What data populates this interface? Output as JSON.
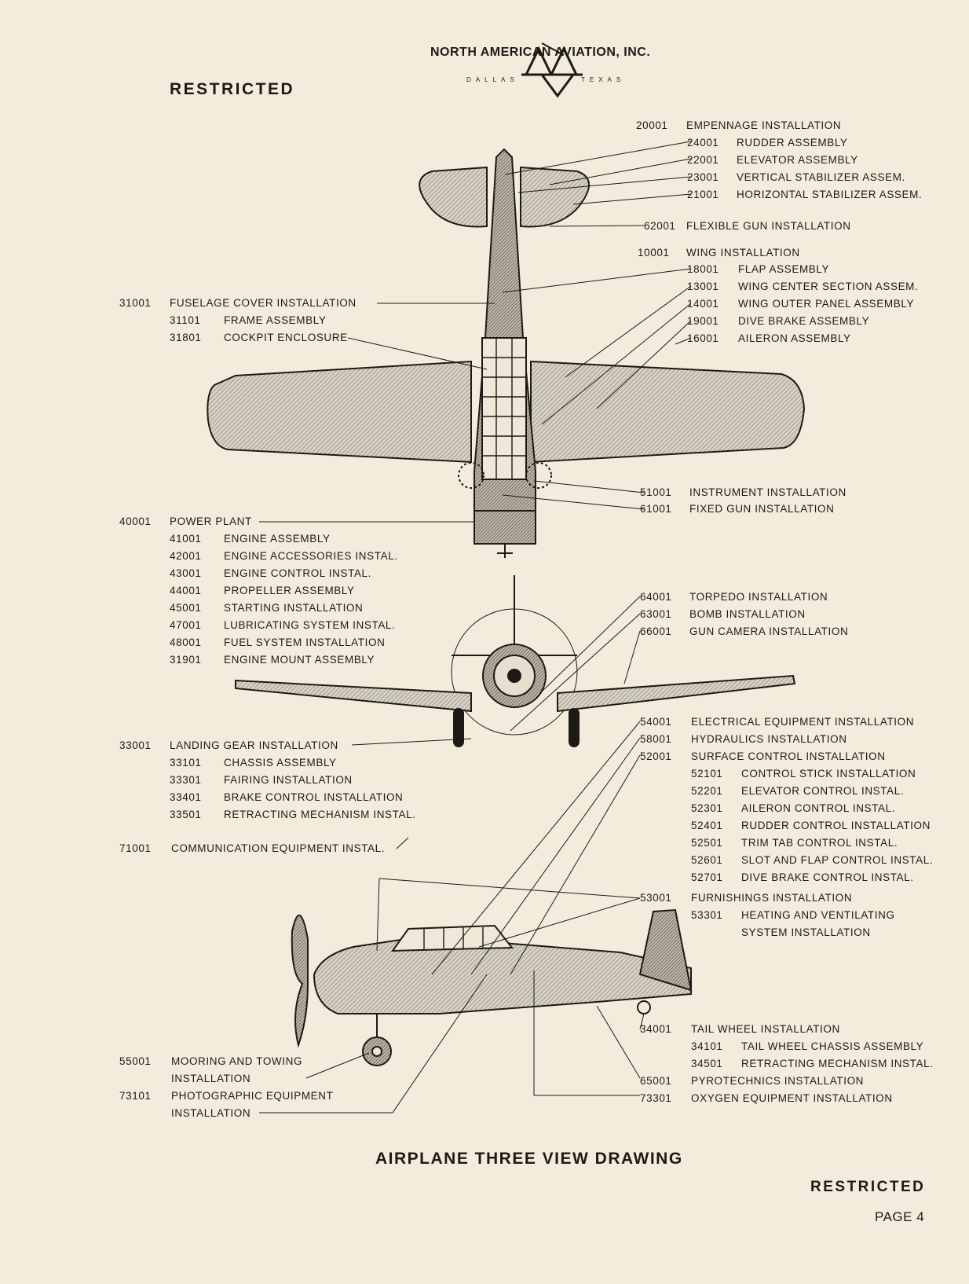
{
  "header": {
    "restricted": "RESTRICTED",
    "company": "NORTH AMERICAN AVIATION, INC.",
    "city": "DALLAS",
    "state": "TEXAS"
  },
  "top_right": [
    [
      "20001",
      "EMPENNAGE INSTALLATION"
    ],
    [
      "24001",
      "RUDDER ASSEMBLY"
    ],
    [
      "22001",
      "ELEVATOR ASSEMBLY"
    ],
    [
      "23001",
      "VERTICAL STABILIZER ASSEM."
    ],
    [
      "21001",
      "HORIZONTAL STABILIZER ASSEM."
    ],
    [
      "62001",
      "FLEXIBLE GUN INSTALLATION"
    ],
    [
      "10001",
      "WING INSTALLATION"
    ],
    [
      "18001",
      "FLAP ASSEMBLY"
    ],
    [
      "13001",
      "WING CENTER SECTION ASSEM."
    ],
    [
      "14001",
      "WING OUTER PANEL ASSEMBLY"
    ],
    [
      "19001",
      "DIVE BRAKE ASSEMBLY"
    ],
    [
      "16001",
      "AILERON ASSEMBLY"
    ]
  ],
  "fuselage": [
    [
      "31001",
      "FUSELAGE COVER INSTALLATION"
    ],
    [
      "31101",
      "FRAME ASSEMBLY"
    ],
    [
      "31801",
      "COCKPIT ENCLOSURE"
    ]
  ],
  "instrument": [
    [
      "51001",
      "INSTRUMENT INSTALLATION"
    ],
    [
      "61001",
      "FIXED GUN INSTALLATION"
    ]
  ],
  "power": [
    [
      "40001",
      "POWER PLANT"
    ],
    [
      "41001",
      "ENGINE ASSEMBLY"
    ],
    [
      "42001",
      "ENGINE ACCESSORIES INSTAL."
    ],
    [
      "43001",
      "ENGINE CONTROL INSTAL."
    ],
    [
      "44001",
      "PROPELLER ASSEMBLY"
    ],
    [
      "45001",
      "STARTING INSTALLATION"
    ],
    [
      "47001",
      "LUBRICATING SYSTEM INSTAL."
    ],
    [
      "48001",
      "FUEL SYSTEM INSTALLATION"
    ],
    [
      "31901",
      "ENGINE MOUNT ASSEMBLY"
    ]
  ],
  "armament": [
    [
      "64001",
      "TORPEDO INSTALLATION"
    ],
    [
      "63001",
      "BOMB INSTALLATION"
    ],
    [
      "66001",
      "GUN CAMERA INSTALLATION"
    ]
  ],
  "landing": [
    [
      "33001",
      "LANDING GEAR INSTALLATION"
    ],
    [
      "33101",
      "CHASSIS ASSEMBLY"
    ],
    [
      "33301",
      "FAIRING INSTALLATION"
    ],
    [
      "33401",
      "BRAKE CONTROL INSTALLATION"
    ],
    [
      "33501",
      "RETRACTING MECHANISM INSTAL."
    ]
  ],
  "comm": [
    [
      "71001",
      "COMMUNICATION EQUIPMENT INSTAL."
    ]
  ],
  "electrical": [
    [
      "54001",
      "ELECTRICAL EQUIPMENT INSTALLATION"
    ],
    [
      "58001",
      "HYDRAULICS INSTALLATION"
    ],
    [
      "52001",
      "SURFACE CONTROL INSTALLATION"
    ],
    [
      "52101",
      "CONTROL STICK INSTALLATION"
    ],
    [
      "52201",
      "ELEVATOR CONTROL INSTAL."
    ],
    [
      "52301",
      "AILERON CONTROL INSTAL."
    ],
    [
      "52401",
      "RUDDER CONTROL INSTALLATION"
    ],
    [
      "52501",
      "TRIM TAB CONTROL INSTAL."
    ],
    [
      "52601",
      "SLOT AND FLAP CONTROL INSTAL."
    ],
    [
      "52701",
      "DIVE BRAKE CONTROL INSTAL."
    ],
    [
      "53001",
      "FURNISHINGS INSTALLATION"
    ],
    [
      "53301",
      "HEATING AND VENTILATING"
    ],
    [
      "",
      "SYSTEM INSTALLATION"
    ]
  ],
  "tailwheel": [
    [
      "34001",
      "TAIL WHEEL INSTALLATION"
    ],
    [
      "34101",
      "TAIL WHEEL CHASSIS ASSEMBLY"
    ],
    [
      "34501",
      "RETRACTING MECHANISM INSTAL."
    ],
    [
      "65001",
      "PYROTECHNICS INSTALLATION"
    ],
    [
      "73301",
      "OXYGEN EQUIPMENT INSTALLATION"
    ]
  ],
  "mooring": [
    [
      "55001",
      "MOORING AND TOWING"
    ],
    [
      "",
      "INSTALLATION"
    ],
    [
      "73101",
      "PHOTOGRAPHIC EQUIPMENT"
    ],
    [
      "",
      "INSTALLATION"
    ]
  ],
  "title": "AIRPLANE THREE VIEW DRAWING",
  "footer": {
    "restricted": "RESTRICTED",
    "page": "PAGE 4"
  },
  "colors": {
    "paper": "#f3ecdd",
    "ink": "#1d1a16",
    "hatch": "#8d877c"
  }
}
